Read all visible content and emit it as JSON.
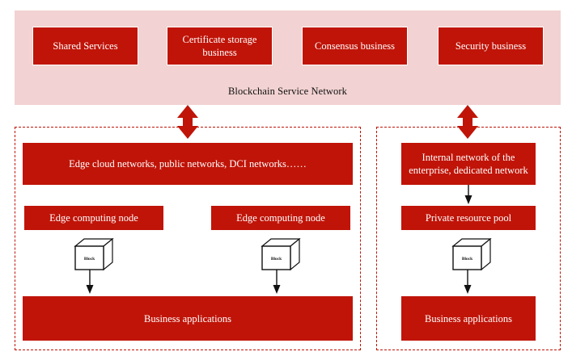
{
  "diagram": {
    "title_label": "Blockchain Service Network",
    "colors": {
      "banner_background": "#f2d2d2",
      "block_fill": "#c01408",
      "block_text": "#ffffff",
      "panel_border": "#c01408",
      "connector": "#111111"
    }
  },
  "service_layer": {
    "boxes": [
      {
        "label": "Shared Services"
      },
      {
        "label": "Certificate storage business"
      },
      {
        "label": "Consensus business"
      },
      {
        "label": "Security business"
      }
    ]
  },
  "left_panel": {
    "network_label": "Edge cloud networks, public networks, DCI networks……",
    "nodes": [
      {
        "label": "Edge computing node"
      },
      {
        "label": "Edge computing node"
      }
    ],
    "blocks": [
      {
        "label": "Block"
      },
      {
        "label": "Block"
      }
    ],
    "applications_label": "Business applications"
  },
  "right_panel": {
    "network_label": "Internal network of the enterprise, dedicated network",
    "resource_pool_label": "Private resource pool",
    "blocks": [
      {
        "label": "Block"
      }
    ],
    "applications_label": "Business applications"
  },
  "connectors": {
    "bidirectional_left": "double-headed-arrow",
    "bidirectional_right": "double-headed-arrow",
    "downward": "down-arrow"
  }
}
